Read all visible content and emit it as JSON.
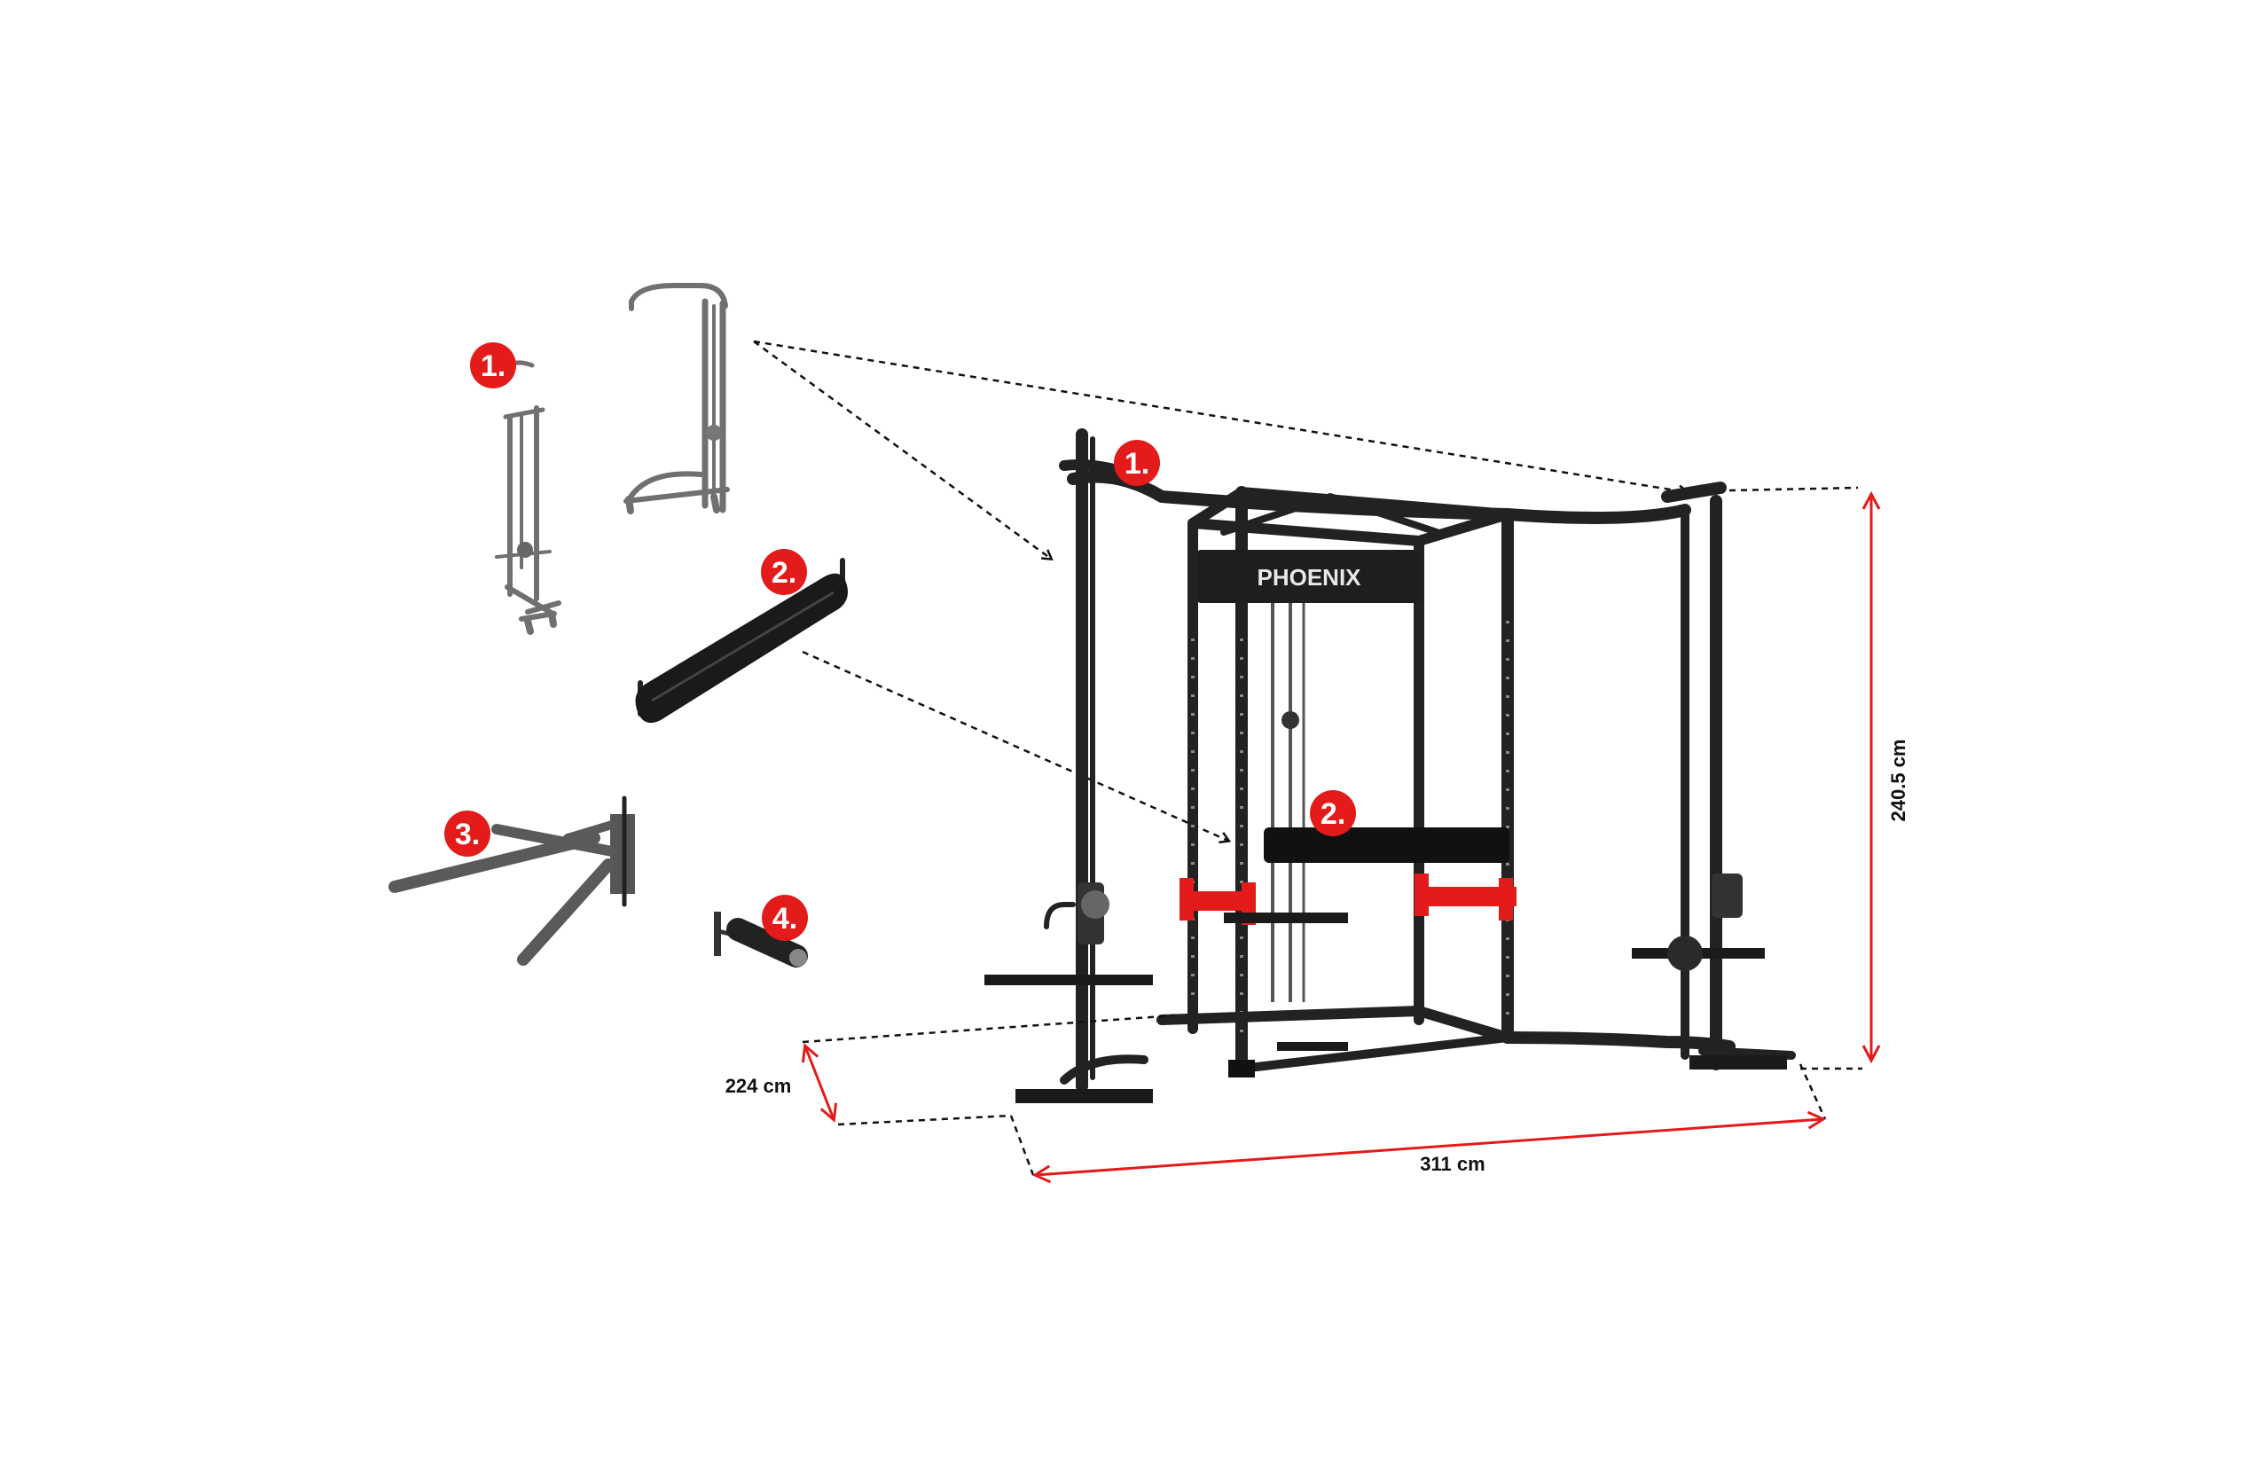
{
  "badges": {
    "lat_tower_accessory": "1.",
    "lat_tower_rack": "1.",
    "roller_pad_accessory": "2.",
    "roller_pad_rack": "2.",
    "dip_bars": "3.",
    "landmine": "4."
  },
  "brand": "PHOENIX",
  "dimensions": {
    "depth": "224 cm",
    "width": "311 cm",
    "height": "240.5 cm"
  },
  "colors": {
    "badge": "#e31b1b",
    "dimension_line": "#e31b1b",
    "frame": "#222222",
    "accent_red": "#e31b1b"
  },
  "icons": [
    "lat-pulldown-tower",
    "cable-crossover-tower",
    "roller-pad",
    "dip-bar-attachment",
    "landmine-attachment",
    "power-rack"
  ]
}
